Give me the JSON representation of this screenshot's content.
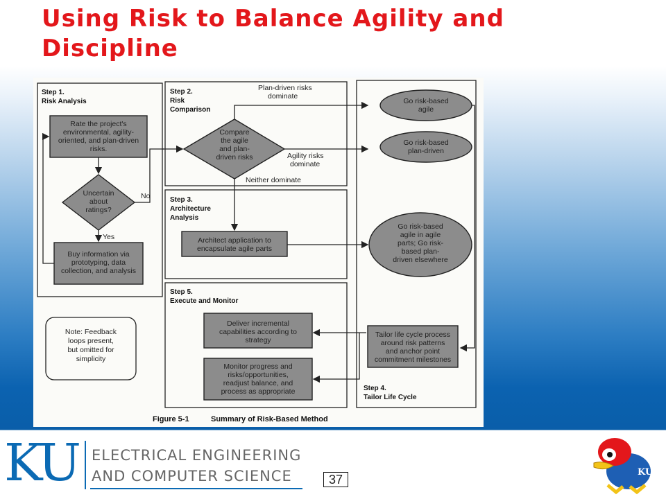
{
  "slide": {
    "title": "Using Risk to Balance Agility and Discipline",
    "page_number": "37"
  },
  "footer": {
    "logo_text": "KU",
    "dept_line1": "ELECTRICAL ENGINEERING",
    "dept_line2": "AND COMPUTER SCIENCE"
  },
  "figure": {
    "step1": {
      "heading1": "Step 1.",
      "heading2": "Risk Analysis"
    },
    "rate_box": [
      "Rate the project's",
      "environmental, agility-",
      "oriented, and plan-driven",
      "risks."
    ],
    "uncertain": [
      "Uncertain",
      "about",
      "ratings?"
    ],
    "no_label": "No",
    "yes_label": "Yes",
    "buy_box": [
      "Buy information via",
      "prototyping, data",
      "collection, and analysis"
    ],
    "step2": {
      "heading1": "Step 2.",
      "heading2": "Risk",
      "heading3": "Comparison"
    },
    "compare": [
      "Compare",
      "the agile",
      "and plan-",
      "driven risks"
    ],
    "plan_risks": [
      "Plan-driven risks",
      "dominate"
    ],
    "agility_risks": [
      "Agility risks",
      "dominate"
    ],
    "neither": "Neither dominate",
    "go_agile": [
      "Go risk-based",
      "agile"
    ],
    "go_plan": [
      "Go risk-based",
      "plan-driven"
    ],
    "step3": {
      "heading1": "Step 3.",
      "heading2": "Architecture",
      "heading3": "Analysis"
    },
    "architect_box": [
      "Architect application to",
      "encapsulate agile parts"
    ],
    "go_mixed": [
      "Go risk-based",
      "agile in agile",
      "parts; Go risk-",
      "based plan-",
      "driven elsewhere"
    ],
    "step5": {
      "heading1": "Step 5.",
      "heading2": "Execute and Monitor"
    },
    "deliver_box": [
      "Deliver incremental",
      "capabilities according to",
      "strategy"
    ],
    "monitor_box": [
      "Monitor progress and",
      "risks/opportunities,",
      "readjust balance, and",
      "process as appropriate"
    ],
    "note": [
      "Note: Feedback",
      "loops present,",
      "but omitted for",
      "simplicity"
    ],
    "tailor_box": [
      "Tailor life cycle process",
      "around risk patterns",
      "and anchor point",
      "commitment milestones"
    ],
    "step4": {
      "heading1": "Step 4.",
      "heading2": "Tailor Life Cycle"
    },
    "caption_figure": "Figure 5-1",
    "caption_text": "Summary of Risk-Based Method"
  },
  "colors": {
    "title": "#e3171b",
    "ku_blue": "#0b6ab4",
    "shape_fill": "#8c8c8c"
  }
}
